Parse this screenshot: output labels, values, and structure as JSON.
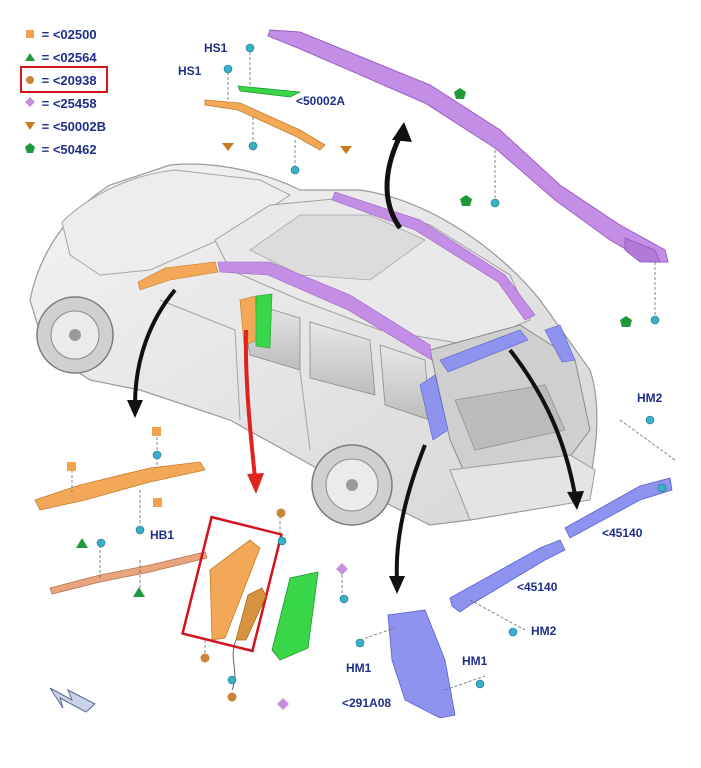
{
  "legend": [
    {
      "symbol": "square-orange",
      "text": "= <02500",
      "color": "#f0a34a",
      "highlighted": false
    },
    {
      "symbol": "triangle-green",
      "text": "= <02564",
      "color": "#1f9a3a",
      "highlighted": false
    },
    {
      "symbol": "circle-brown",
      "text": "= <20938",
      "color": "#c98533",
      "highlighted": true
    },
    {
      "symbol": "diamond-violet",
      "text": "= <25458",
      "color": "#c78fe0",
      "highlighted": false
    },
    {
      "symbol": "triangle-down-orange",
      "text": "= <50002B",
      "color": "#c97a1f",
      "highlighted": false
    },
    {
      "symbol": "pentagon-green",
      "text": "= <50462",
      "color": "#1f9a3a",
      "highlighted": false
    }
  ],
  "callouts": {
    "hs1_top": "HS1",
    "hs1_bottom": "HS1",
    "part_50002a": "<50002A",
    "hb1": "HB1",
    "hm2_top": "HM2",
    "part_45140_right": "<45140",
    "part_45140_lower": "<45140",
    "hm2_bottom": "HM2",
    "hm1_left": "HM1",
    "hm1_right": "HM1",
    "part_291a08": "<291A08"
  },
  "colors": {
    "callout_text": "#1f2f8a",
    "highlight_box": "#d4141c",
    "roof_rail": "#c48ee6",
    "pillar_blue": "#8e93f0",
    "seal_green": "#38d648",
    "trim_orange": "#f2a857",
    "arrow_dark": "#111111",
    "arrow_red": "#e3231b"
  },
  "icons": [
    "front-view-arrow-icon"
  ]
}
